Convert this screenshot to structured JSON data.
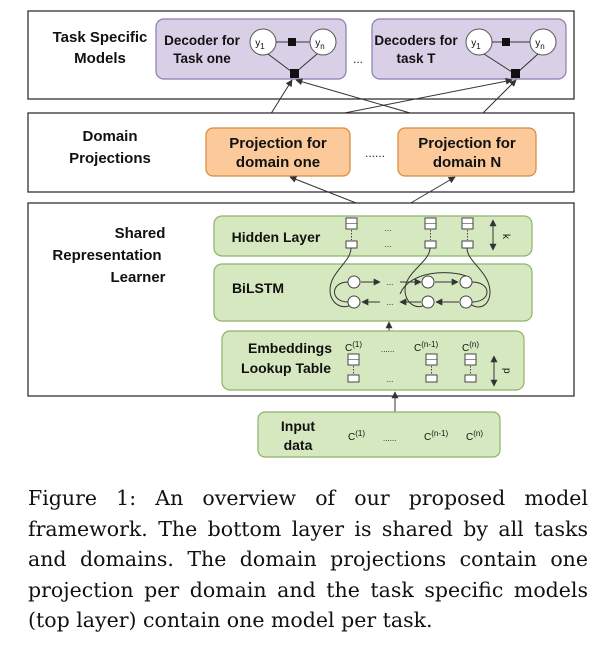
{
  "sections": {
    "task": {
      "label_line1": "Task Specific",
      "label_line2": "Models"
    },
    "domain": {
      "label_line1": "Domain",
      "label_line2": "Projections"
    },
    "shared": {
      "label_line1": "Shared",
      "label_line2": "Representation",
      "label_line3": "Learner"
    }
  },
  "decoders": [
    {
      "line1": "Decoder for",
      "line2": "Task one",
      "y_first": "y",
      "y_first_sub": "1",
      "y_last": "y",
      "y_last_sub": "n"
    },
    {
      "line1": "Decoders for",
      "line2": "task T",
      "y_first": "y",
      "y_first_sub": "1",
      "y_last": "y",
      "y_last_sub": "n"
    }
  ],
  "decoder_ellipsis": "...",
  "projections": [
    {
      "line1": "Projection for",
      "line2": "domain one"
    },
    {
      "line1": "Projection for",
      "line2": "domain N"
    }
  ],
  "projection_ellipsis": "......",
  "hidden_layer": {
    "label": "Hidden Layer",
    "dim": "k",
    "ellipsis": "..."
  },
  "bilstm": {
    "label": "BiLSTM"
  },
  "embeddings": {
    "line1": "Embeddings",
    "line2": "Lookup Table",
    "c1": "C",
    "c1_sup": "(1)",
    "c_dots": "......",
    "cn1": "C",
    "cn1_sup": "(n-1)",
    "cn": "C",
    "cn_sup": "(n)",
    "dim": "p",
    "ellipsis": "..."
  },
  "input": {
    "line1": "Input",
    "line2": "data",
    "c1": "C",
    "c1_sup": "(1)",
    "c_dots": "......",
    "cn1": "C",
    "cn1_sup": "(n-1)",
    "cn": "C",
    "cn_sup": "(n)"
  },
  "caption": "Figure 1:  An overview of our proposed model framework. The bottom layer is shared by all tasks and domains. The domain projections contain one projection per domain and the task specific models (top layer) contain one model per task.",
  "colors": {
    "decoder_fill": "#d9d0e8",
    "decoder_stroke": "#8d7bb0",
    "projection_fill": "#fbc99a",
    "projection_stroke": "#d58a3e",
    "green_fill": "#d6e8c0",
    "green_stroke": "#8fb26a",
    "frame": "#222222"
  }
}
